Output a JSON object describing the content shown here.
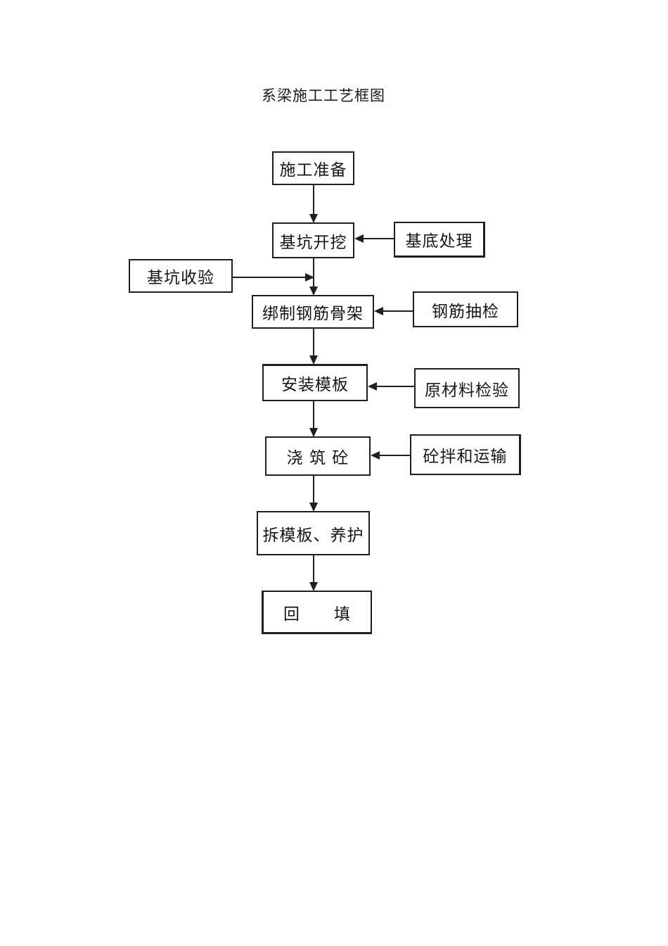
{
  "page": {
    "title": "系梁施工工艺框图",
    "background_color": "#ffffff",
    "line_color": "#1f1f1f",
    "text_color": "#161616"
  },
  "flowchart": {
    "main_steps": [
      {
        "label": "施工准备"
      },
      {
        "label": "基坑开挖"
      },
      {
        "label": "绑制钢筋骨架"
      },
      {
        "label": "安装模板"
      },
      {
        "label": "浇 筑 砼"
      },
      {
        "label": "拆模板、养护"
      },
      {
        "label": "回　　填"
      }
    ],
    "side_boxes": [
      {
        "label": "基底处理",
        "points_to": "基坑开挖",
        "side": "right"
      },
      {
        "label": "基坑收验",
        "points_to": "绑制钢筋骨架",
        "side": "left"
      },
      {
        "label": "钢筋抽检",
        "points_to": "绑制钢筋骨架",
        "side": "right"
      },
      {
        "label": "原材料检验",
        "points_to": "安装模板",
        "side": "right"
      },
      {
        "label": "砼拌和运输",
        "points_to": "浇 筑 砼",
        "side": "right"
      }
    ]
  }
}
